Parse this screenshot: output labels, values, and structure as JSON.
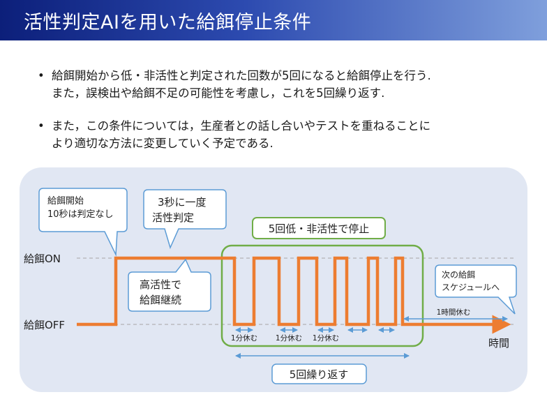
{
  "title": "活性判定AIを用いた給餌停止条件",
  "bullets": [
    [
      "給餌開始から低・非活性と判定された回数が5回になると給餌停止を行う.",
      "また，誤検出や給餌不足の可能性を考慮し，これを5回繰り返す."
    ],
    [
      "また，この条件については，生産者との話し合いやテストを重ねることに",
      "より適切な方法に変更していく予定である."
    ]
  ],
  "diagram": {
    "label_on": "給餌ON",
    "label_off": "給餌OFF",
    "label_time": "時間",
    "callout_start": [
      "給餌開始",
      "10秒は判定なし"
    ],
    "callout_interval": [
      "3秒に一度",
      "活性判定"
    ],
    "callout_high": [
      "高活性で",
      "給餌継続"
    ],
    "callout_next": [
      "次の給餌",
      "スケジュールへ"
    ],
    "group_label": "5回低・非活性で停止",
    "rest_label": "1分休む",
    "long_rest_label": "1時間休む",
    "repeat_label": "5回繰り返す",
    "colors": {
      "signal": "#ed7d31",
      "rest_arrow": "#5b9bd5",
      "group_border": "#70ad47",
      "callout_border": "#5b9bd5"
    }
  }
}
